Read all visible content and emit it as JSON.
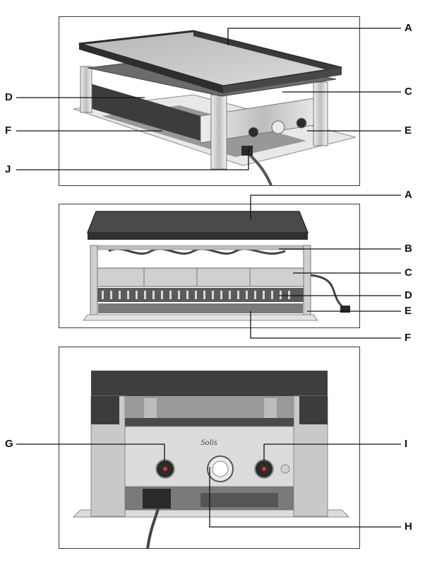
{
  "figure": {
    "panel_top": {
      "labels": [
        "A",
        "C",
        "D",
        "F",
        "E",
        "J"
      ]
    },
    "panel_middle": {
      "labels": [
        "A",
        "B",
        "C",
        "D",
        "E",
        "F"
      ]
    },
    "panel_bottom": {
      "labels": [
        "G",
        "I",
        "H"
      ]
    }
  },
  "colors": {
    "outline": "#3a3a3a",
    "plate_dark": "#3c3c3c",
    "metal_light": "#d9d9d9",
    "metal_mid": "#a9a9a9",
    "shadow": "#7a7a7a"
  }
}
